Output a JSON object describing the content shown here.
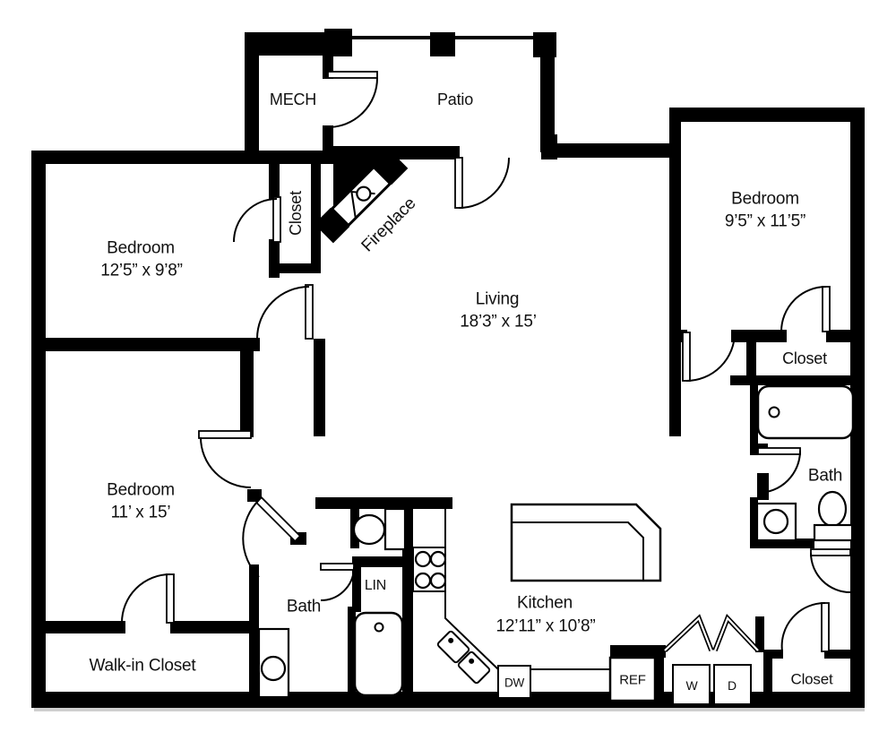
{
  "colors": {
    "wall": "#000000",
    "background": "#ffffff",
    "text": "#111111",
    "shadow": "#cfcfcf"
  },
  "rooms": {
    "mech": {
      "name": "MECH"
    },
    "patio": {
      "name": "Patio"
    },
    "bedroom_upper_left": {
      "name": "Bedroom",
      "dims": "12’5” x 9’8”"
    },
    "closet_upper_left": {
      "name": "Closet"
    },
    "fireplace": {
      "name": "Fireplace"
    },
    "living": {
      "name": "Living",
      "dims": "18’3” x 15’"
    },
    "bedroom_right": {
      "name": "Bedroom",
      "dims": "9’5” x 11’5”"
    },
    "closet_right": {
      "name": "Closet"
    },
    "bath_right": {
      "name": "Bath"
    },
    "bedroom_lower_left": {
      "name": "Bedroom",
      "dims": "11’ x 15’"
    },
    "walk_in_closet": {
      "name": "Walk-in Closet"
    },
    "bath_left": {
      "name": "Bath"
    },
    "linen_closet": {
      "name": "LIN"
    },
    "kitchen": {
      "name": "Kitchen",
      "dims": "12’11” x 10’8”"
    },
    "closet_entry": {
      "name": "Closet"
    }
  },
  "appliances": {
    "dishwasher": {
      "label": "DW"
    },
    "refrigerator": {
      "label": "REF"
    },
    "washer": {
      "label": "W"
    },
    "dryer": {
      "label": "D"
    }
  }
}
